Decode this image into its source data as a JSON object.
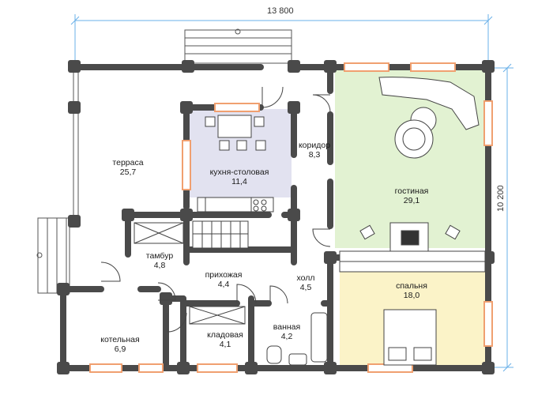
{
  "dimensions": {
    "width_label": "13 800",
    "height_label": "10 200"
  },
  "rooms": {
    "terrace": {
      "name": "терраса",
      "area": "25,7"
    },
    "kitchen": {
      "name": "кухня-столовая",
      "area": "11,4"
    },
    "corridor": {
      "name": "коридор",
      "area": "8,3"
    },
    "living": {
      "name": "гостиная",
      "area": "29,1"
    },
    "tambour": {
      "name": "тамбур",
      "area": "4,8"
    },
    "hallway": {
      "name": "прихожая",
      "area": "4,4"
    },
    "hall": {
      "name": "холл",
      "area": "4,5"
    },
    "bedroom": {
      "name": "спальня",
      "area": "18,0"
    },
    "boiler": {
      "name": "котельная",
      "area": "6,9"
    },
    "storage": {
      "name": "кладовая",
      "area": "4,1"
    },
    "bathroom": {
      "name": "ванная",
      "area": "4,2"
    }
  },
  "colors": {
    "wall": "#4a4a4a",
    "window": "#f0a070",
    "kitchen_fill": "#e2e2f0",
    "living_fill": "#e2f2d2",
    "bedroom_fill": "#fbf3c8",
    "dimension_line": "#6ab0e8"
  }
}
